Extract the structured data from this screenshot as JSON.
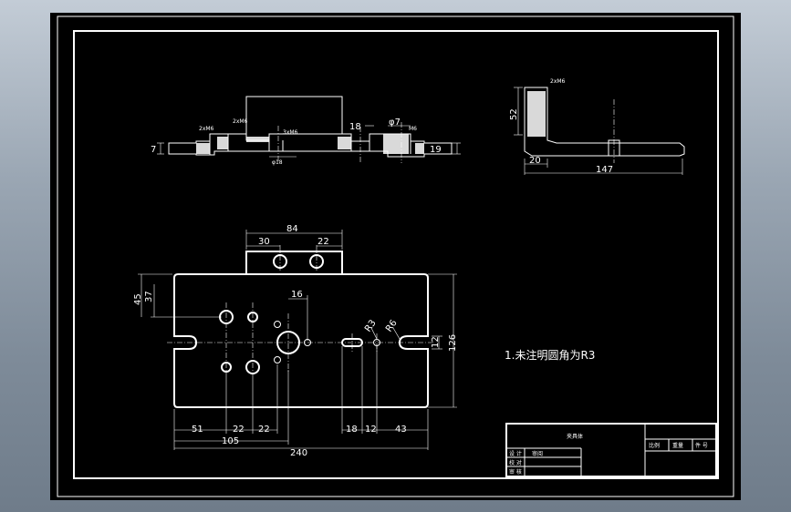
{
  "plan_dims": {
    "d84": "84",
    "d30": "30",
    "d22a": "22",
    "d45": "45",
    "d37": "37",
    "d16": "16",
    "dR3": "R3",
    "dR6": "R6",
    "d12": "12",
    "d126": "126",
    "d51": "51",
    "d22b": "22",
    "d22c": "22",
    "d105": "105",
    "d240": "240",
    "d18": "18",
    "d12b": "12",
    "d43": "43"
  },
  "front_dims": {
    "d18": "18",
    "dphi7": "φ7",
    "d7": "7",
    "d19": "19",
    "dphi18": "φ18",
    "thread1": "2xM6",
    "thread2": "2xM6",
    "thread3": "3xM6",
    "thread4": "M6"
  },
  "side_dims": {
    "d52": "52",
    "d20": "20",
    "d147": "147",
    "thread": "2xM6"
  },
  "note": "1.未注明圆角为R3",
  "title_block": {
    "part_name": "夹具体",
    "col1": "比例",
    "col2": "重量",
    "col3": "件 号",
    "row1_a": "设 计",
    "row1_b": "审阅",
    "row2_a": "校 对",
    "row3_a": "审 核"
  }
}
